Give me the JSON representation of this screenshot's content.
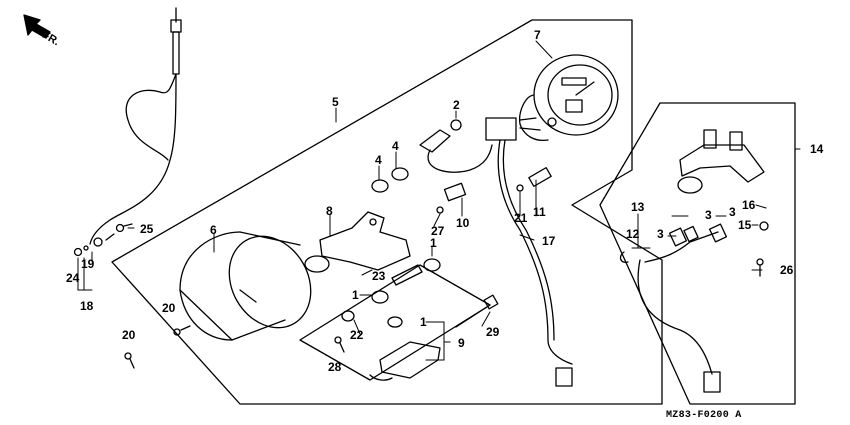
{
  "direction_marker": "FR.",
  "diagram_code": "MZ83-F0200 A",
  "callouts": {
    "c1a": "1",
    "c1b": "1",
    "c1c": "1",
    "c2": "2",
    "c3a": "3",
    "c3b": "3",
    "c3c": "3",
    "c4a": "4",
    "c4b": "4",
    "c5": "5",
    "c6": "6",
    "c7": "7",
    "c8": "8",
    "c9": "9",
    "c10": "10",
    "c11": "11",
    "c12": "12",
    "c13": "13",
    "c14": "14",
    "c15": "15",
    "c16": "16",
    "c17": "17",
    "c18": "18",
    "c19": "19",
    "c20a": "20",
    "c20b": "20",
    "c21": "21",
    "c22": "22",
    "c23": "23",
    "c24": "24",
    "c25": "25",
    "c26": "26",
    "c27": "27",
    "c28": "28",
    "c29": "29"
  }
}
